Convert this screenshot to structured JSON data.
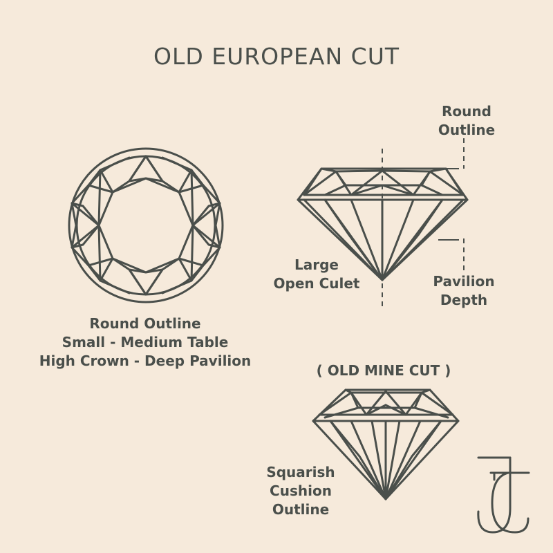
{
  "title": "OLD EUROPEAN CUT",
  "top_view_caption": {
    "line1": "Round Outline",
    "line2": "Small - Medium Table",
    "line3": "High Crown - Deep Pavilion"
  },
  "side_view_labels": {
    "round_outline_1": "Round",
    "round_outline_2": "Outline",
    "culet_1": "Large",
    "culet_2": "Open Culet",
    "pavilion_1": "Pavilion",
    "pavilion_2": "Depth"
  },
  "old_mine": {
    "title": "( OLD MINE CUT )",
    "label_1": "Squarish",
    "label_2": "Cushion",
    "label_3": "Outline"
  },
  "colors": {
    "background": "#f6eadb",
    "ink": "#4a4f4b"
  },
  "logo_icon": "jc-monogram-icon"
}
